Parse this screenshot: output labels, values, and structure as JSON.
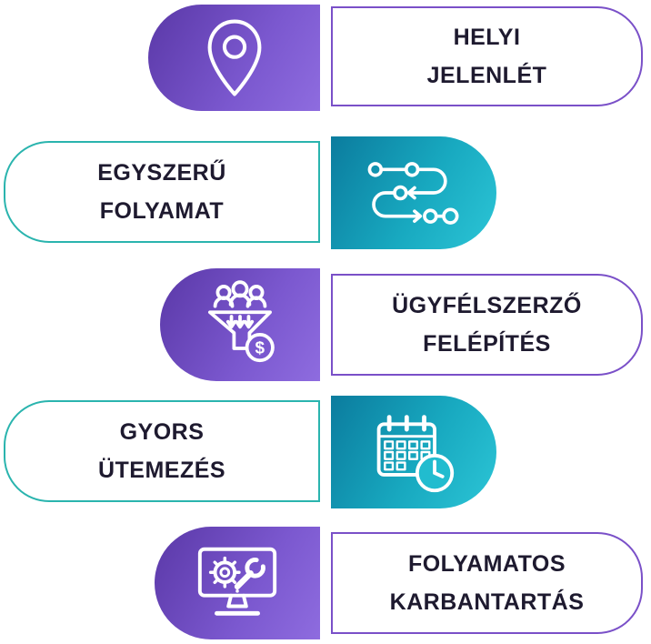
{
  "rows": [
    {
      "line1": "HELYI",
      "line2": "JELENLÉT",
      "icon": "location-pin-icon",
      "accent": "purple",
      "icon_side": "left"
    },
    {
      "line1": "EGYSZERŰ",
      "line2": "FOLYAMAT",
      "icon": "process-flow-icon",
      "accent": "teal",
      "icon_side": "right"
    },
    {
      "line1": "ÜGYFÉLSZERZŐ",
      "line2": "FELÉPÍTÉS",
      "icon": "sales-funnel-icon",
      "accent": "purple",
      "icon_side": "left"
    },
    {
      "line1": "GYORS",
      "line2": "ÜTEMEZÉS",
      "icon": "calendar-clock-icon",
      "accent": "teal",
      "icon_side": "right"
    },
    {
      "line1": "FOLYAMATOS",
      "line2": "KARBANTARTÁS",
      "icon": "monitor-maintenance-icon",
      "accent": "purple",
      "icon_side": "left"
    }
  ],
  "colors": {
    "purple_gradient_start": "#5a38a7",
    "purple_gradient_end": "#8e6cdf",
    "teal_gradient_start": "#0b7c9e",
    "teal_gradient_end": "#2cc5d6",
    "purple_outline": "#7a50c8",
    "teal_outline": "#2ab4ae",
    "icon_stroke": "#ffffff",
    "text": "#1e1a2f",
    "background": "#ffffff"
  }
}
